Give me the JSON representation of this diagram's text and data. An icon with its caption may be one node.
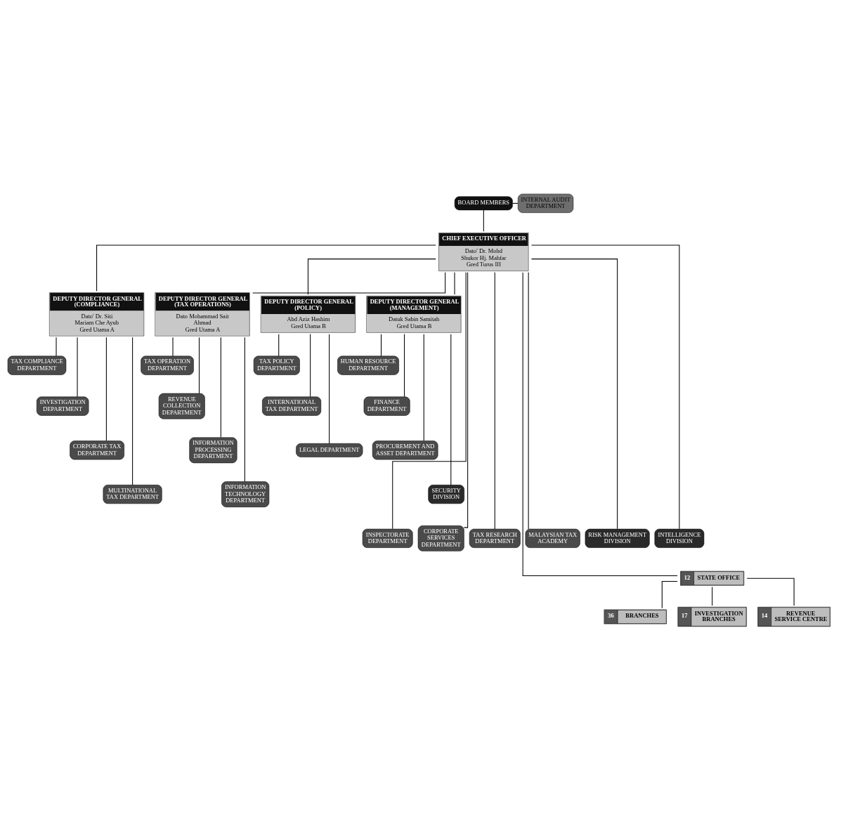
{
  "diagram": {
    "nodes": [
      {
        "text": [
          "BOARD MEMBERS"
        ]
      },
      {
        "text": [
          "INTERNAL AUDIT DEPARTMENT"
        ]
      },
      {
        "text": [
          "CHIEF EXECUTIVE OFFICER",
          "Dato' Dr. Mohd Shukor Hj. Mahfar",
          "Gred Turus III"
        ]
      },
      {
        "text": [
          "DEPUTY DIRECTOR GENERAL (COMPLIANCE)",
          "Dato' Dr. Siti Mariam Che Ayub",
          "Gred Utama A"
        ]
      },
      {
        "text": [
          "DEPUTY DIRECTOR GENERAL (TAX OPERATIONS)",
          "Dato Mohammad Sait Ahmad",
          "Gred Utama A"
        ]
      },
      {
        "text": [
          "DEPUTY DIRECTOR GENERAL (POLICY)",
          "Abd Aziz Hashim",
          "Gred Utama B"
        ]
      },
      {
        "text": [
          "DEPUTY DIRECTOR GENERAL (MANAGEMENT)",
          "Datuk Sabin Samitah",
          "Gred Utama B"
        ]
      },
      {
        "text": [
          "TAX COMPLIANCE DEPARTMENT"
        ]
      },
      {
        "text": [
          "INVESTIGATION DEPARTMENT"
        ]
      },
      {
        "text": [
          "CORPORATE TAX DEPARTMENT"
        ]
      },
      {
        "text": [
          "MULTINATIONAL TAX DEPARTMENT"
        ]
      },
      {
        "text": [
          "TAX OPERATION DEPARTMENT"
        ]
      },
      {
        "text": [
          "REVENUE COLLECTION DEPARTMENT"
        ]
      },
      {
        "text": [
          "INFORMATION PROCESSING DEPARTMENT"
        ]
      },
      {
        "text": [
          "INFORMATION TECHNOLOGY DEPARTMENT"
        ]
      },
      {
        "text": [
          "TAX POLICY DEPARTMENT"
        ]
      },
      {
        "text": [
          "INTERNATIONAL TAX DEPARTMENT"
        ]
      },
      {
        "text": [
          "LEGAL DEPARTMENT"
        ]
      },
      {
        "text": [
          "HUMAN RESOURCE DEPARTMENT"
        ]
      },
      {
        "text": [
          "FINANCE DEPARTMENT"
        ]
      },
      {
        "text": [
          "PROCUREMENT AND ASSET DEPARTMENT"
        ]
      },
      {
        "text": [
          "SECURITY DIVISION"
        ]
      },
      {
        "text": [
          "INSPECTORATE DEPARTMENT"
        ]
      },
      {
        "text": [
          "CORPORATE SERVICES DEPARTMENT"
        ]
      },
      {
        "text": [
          "TAX RESEARCH DEPARTMENT"
        ]
      },
      {
        "text": [
          "MALAYSIAN TAX ACADEMY"
        ]
      },
      {
        "text": [
          "RISK MANAGEMENT DIVISION"
        ]
      },
      {
        "text": [
          "INTELLIGENCE DIVISION"
        ]
      },
      {
        "text": [
          "12",
          "STATE OFFICE"
        ]
      },
      {
        "text": [
          "36",
          "BRANCHES"
        ]
      },
      {
        "text": [
          "17",
          "INVESTIGATION BRANCHES"
        ]
      },
      {
        "text": [
          "14",
          "REVENUE SERVICE CENTRE"
        ]
      }
    ],
    "edges": [
      {
        "from": 0,
        "to": 2,
        "arrow": "none"
      },
      {
        "from": 0,
        "to": 1,
        "arrow": "none"
      },
      {
        "from": 2,
        "to": 3,
        "arrow": "none"
      },
      {
        "from": 2,
        "to": 4,
        "arrow": "none"
      },
      {
        "from": 2,
        "to": 5,
        "arrow": "none"
      },
      {
        "from": 2,
        "to": 6,
        "arrow": "none"
      },
      {
        "from": 3,
        "to": 7,
        "arrow": "none"
      },
      {
        "from": 3,
        "to": 8,
        "arrow": "none"
      },
      {
        "from": 3,
        "to": 9,
        "arrow": "none"
      },
      {
        "from": 3,
        "to": 10,
        "arrow": "none"
      },
      {
        "from": 4,
        "to": 11,
        "arrow": "none"
      },
      {
        "from": 4,
        "to": 12,
        "arrow": "none"
      },
      {
        "from": 4,
        "to": 13,
        "arrow": "none"
      },
      {
        "from": 4,
        "to": 14,
        "arrow": "none"
      },
      {
        "from": 5,
        "to": 15,
        "arrow": "none"
      },
      {
        "from": 5,
        "to": 16,
        "arrow": "none"
      },
      {
        "from": 5,
        "to": 17,
        "arrow": "none"
      },
      {
        "from": 6,
        "to": 18,
        "arrow": "none"
      },
      {
        "from": 6,
        "to": 19,
        "arrow": "none"
      },
      {
        "from": 6,
        "to": 20,
        "arrow": "none"
      },
      {
        "from": 6,
        "to": 21,
        "arrow": "none"
      },
      {
        "from": 2,
        "to": 22,
        "arrow": "none"
      },
      {
        "from": 2,
        "to": 23,
        "arrow": "none"
      },
      {
        "from": 2,
        "to": 24,
        "arrow": "none"
      },
      {
        "from": 2,
        "to": 25,
        "arrow": "none"
      },
      {
        "from": 2,
        "to": 26,
        "arrow": "none"
      },
      {
        "from": 2,
        "to": 27,
        "arrow": "none"
      },
      {
        "from": 2,
        "to": 28,
        "arrow": "none"
      },
      {
        "from": 28,
        "to": 29,
        "arrow": "none"
      },
      {
        "from": 28,
        "to": 30,
        "arrow": "none"
      },
      {
        "from": 28,
        "to": 31,
        "arrow": "none"
      }
    ]
  }
}
